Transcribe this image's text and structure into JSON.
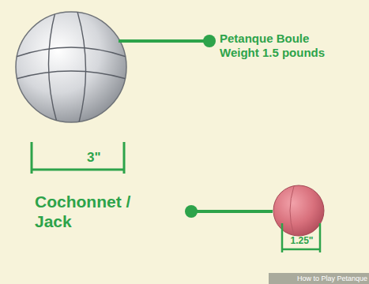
{
  "diagram": {
    "labels": [
      "Petanque Boule Weight 1.5 pounds",
      "3\"",
      "Cochonnet / Jack",
      "1.25\"",
      "How to Play Petanque"
    ]
  }
}
